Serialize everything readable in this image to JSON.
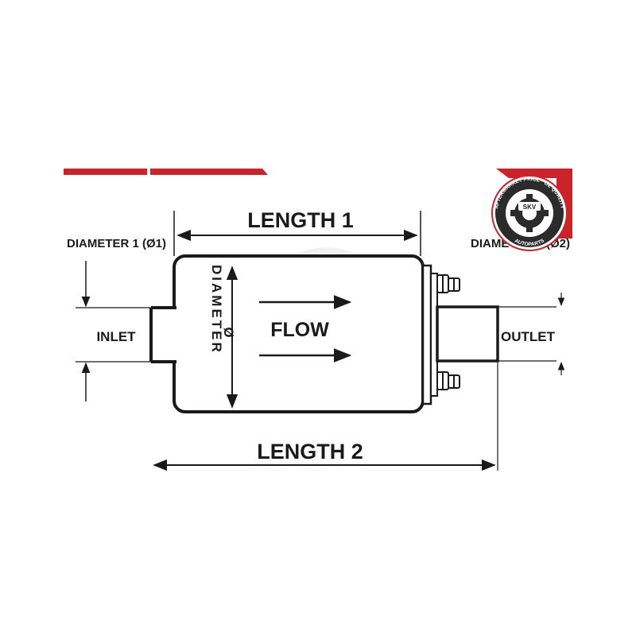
{
  "diagram": {
    "length1_label": "LENGTH 1",
    "length2_label": "LENGTH 2",
    "diameter1_label": "DIAMETER 1 (Ø1)",
    "diameter2_label": "DIAMETER 2 (Ø2)",
    "body_diameter_word": "DIAMETER",
    "body_diameter_symbol": "Ø",
    "flow_label": "FLOW",
    "inlet_label": "INLET",
    "outlet_label": "OUTLET"
  },
  "logo": {
    "brand": "SKV",
    "ring_top": "AFTERMARKET PRICE · OE QUALITY",
    "ring_bottom": "AUTOPARTS"
  },
  "colors": {
    "accent": "#cc2229",
    "ink": "#1a1a1a",
    "logo_gear": "#2b2b2b",
    "background": "#ffffff"
  }
}
